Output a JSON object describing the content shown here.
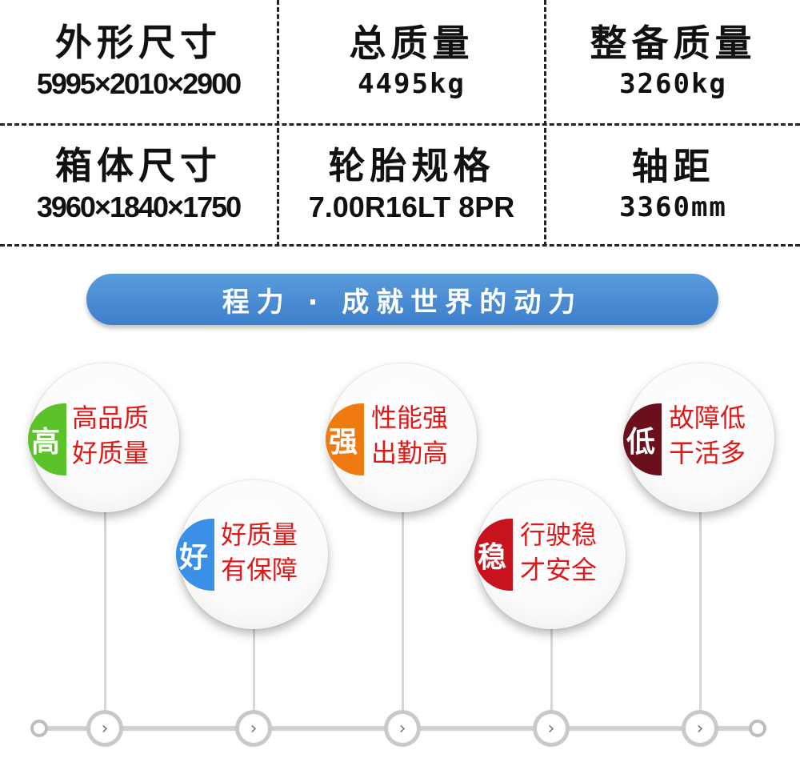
{
  "specs": [
    {
      "label": "外形尺寸",
      "value": "5995×2010×2900"
    },
    {
      "label": "总质量",
      "value": "4495kg"
    },
    {
      "label": "整备质量",
      "value": "3260kg"
    },
    {
      "label": "箱体尺寸",
      "value": "3960×1840×1750"
    },
    {
      "label": "轮胎规格",
      "value": "7.00R16LT 8PR"
    },
    {
      "label": "轴距",
      "value": "3360mm"
    }
  ],
  "banner": "程力 · 成就世界的动力",
  "features": [
    {
      "badge": "高",
      "line1": "高品质",
      "line2": "好质量",
      "color": "#5cc22a"
    },
    {
      "badge": "好",
      "line1": "好质量",
      "line2": "有保障",
      "color": "#3a8fe6"
    },
    {
      "badge": "强",
      "line1": "性能强",
      "line2": "出勤高",
      "color": "#f07a12"
    },
    {
      "badge": "稳",
      "line1": "行驶稳",
      "line2": "才安全",
      "color": "#c8121e"
    },
    {
      "badge": "低",
      "line1": "故障低",
      "line2": "干活多",
      "color": "#6a0f1c"
    }
  ],
  "node_icon": "chevron-right-icon",
  "node_glyph": "›"
}
